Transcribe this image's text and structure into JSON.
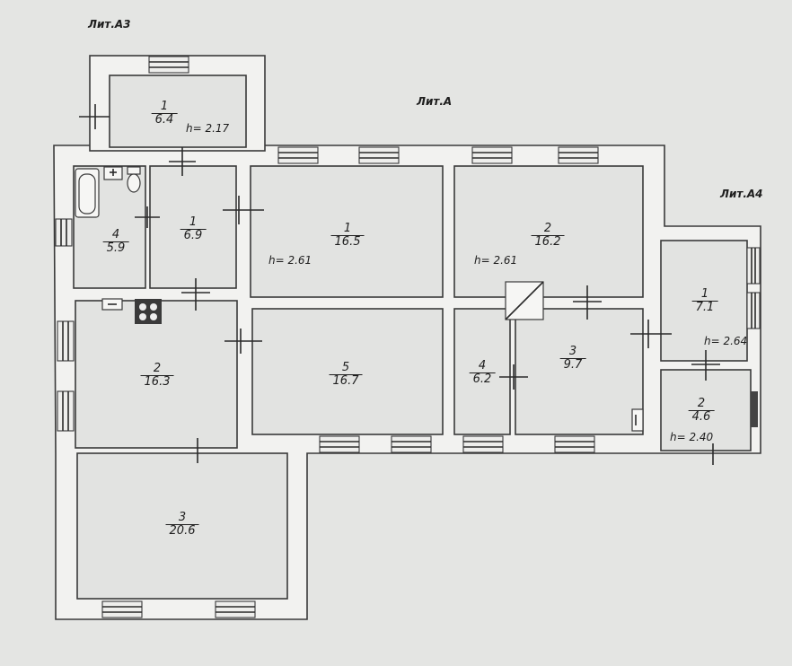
{
  "labels": {
    "lit_a3": "Лит.А3",
    "lit_a": "Лит.А",
    "lit_a4": "Лит.А4"
  },
  "rooms": {
    "a3_1": {
      "num": "1",
      "area": "6.4"
    },
    "r4_59": {
      "num": "4",
      "area": "5.9"
    },
    "r1_69": {
      "num": "1",
      "area": "6.9"
    },
    "r1_165": {
      "num": "1",
      "area": "16.5"
    },
    "r2_162": {
      "num": "2",
      "area": "16.2"
    },
    "a4_1": {
      "num": "1",
      "area": "7.1"
    },
    "r2_163": {
      "num": "2",
      "area": "16.3"
    },
    "r5_167": {
      "num": "5",
      "area": "16.7"
    },
    "r4_62": {
      "num": "4",
      "area": "6.2"
    },
    "r3_97": {
      "num": "3",
      "area": "9.7"
    },
    "a4_2": {
      "num": "2",
      "area": "4.6"
    },
    "r3_206": {
      "num": "3",
      "area": "20.6"
    }
  },
  "heights": {
    "h_a3": "h= 2.17",
    "h_left": "h= 2.61",
    "h_mid": "h= 2.61",
    "h_a4_top": "h= 2.64",
    "h_a4_bottom": "h= 2.40"
  }
}
